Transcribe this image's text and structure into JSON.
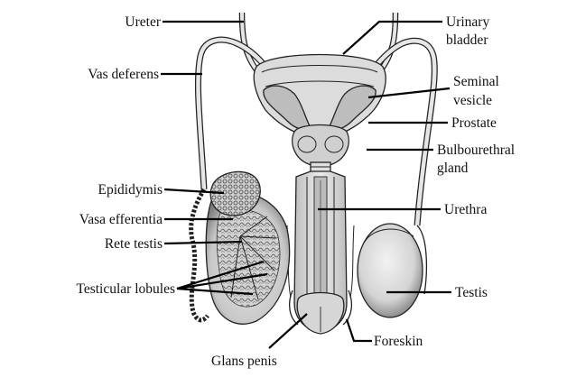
{
  "labels": {
    "ureter": "Ureter",
    "vas_deferens": "Vas deferens",
    "epididymis": "Epididymis",
    "vasa_efferentia": "Vasa efferentia",
    "rete_testis": "Rete testis",
    "testicular_lobules": "Testicular lobules",
    "glans_penis": "Glans penis",
    "urinary_bladder_1": "Urinary",
    "urinary_bladder_2": "bladder",
    "seminal_vesicle_1": "Seminal",
    "seminal_vesicle_2": "vesicle",
    "prostate": "Prostate",
    "bulbourethral_1": "Bulbourethral",
    "bulbourethral_2": "gland",
    "urethra": "Urethra",
    "testis": "Testis",
    "foreskin": "Foreskin"
  },
  "colors": {
    "tissue_light": "#e6e6e6",
    "tissue_mid": "#cfcfcf",
    "tissue_dark": "#9a9a9a",
    "outline": "#222222",
    "leader": "#000000"
  }
}
